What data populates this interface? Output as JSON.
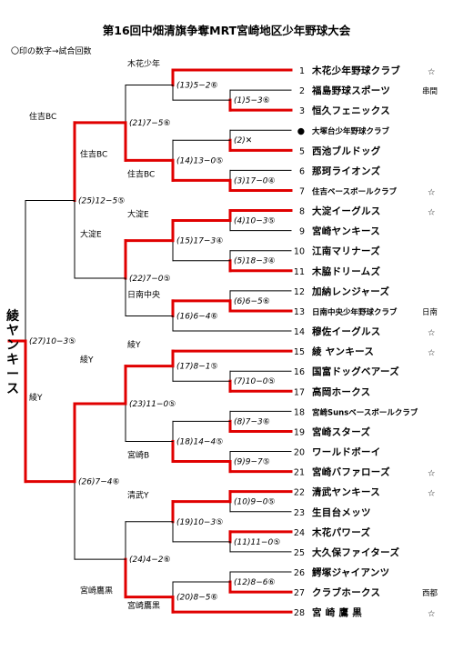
{
  "title": "第16回中畑清旗争奪MRT宮崎地区少年野球大会",
  "subtitle": "〇印の数字→試合回数",
  "champion": "綾ヤンキース",
  "teams": [
    {
      "no": "1",
      "name": "木花少年野球クラブ",
      "mark": "☆"
    },
    {
      "no": "2",
      "name": "福島野球スポーツ",
      "note": "串間"
    },
    {
      "no": "3",
      "name": "恒久フェニックス"
    },
    {
      "no": "●",
      "name": "大塚台少年野球クラブ",
      "small": true
    },
    {
      "no": "5",
      "name": "西池ブルドッグ"
    },
    {
      "no": "6",
      "name": "那珂ライオンズ"
    },
    {
      "no": "7",
      "name": "住吉ベースボールクラブ",
      "mark": "☆",
      "small": true
    },
    {
      "no": "8",
      "name": "大淀イーグルス",
      "mark": "☆"
    },
    {
      "no": "9",
      "name": "宮崎ヤンキース"
    },
    {
      "no": "10",
      "name": "江南マリナーズ"
    },
    {
      "no": "11",
      "name": "木脇ドリームズ"
    },
    {
      "no": "12",
      "name": "加納レンジャーズ"
    },
    {
      "no": "13",
      "name": "日南中央少年野球クラブ",
      "note": "日南",
      "small": true
    },
    {
      "no": "14",
      "name": "穆佐イーグルス",
      "mark": "☆"
    },
    {
      "no": "15",
      "name": "綾 ヤンキース",
      "mark": "☆"
    },
    {
      "no": "16",
      "name": "国富ドッグベアーズ"
    },
    {
      "no": "17",
      "name": "高岡ホークス"
    },
    {
      "no": "18",
      "name": "宮崎Sunsベースボールクラブ",
      "small": true
    },
    {
      "no": "19",
      "name": "宮崎スターズ"
    },
    {
      "no": "20",
      "name": "ワールドボーイ"
    },
    {
      "no": "21",
      "name": "宮崎バファローズ",
      "mark": "☆"
    },
    {
      "no": "22",
      "name": "清武ヤンキース",
      "mark": "☆"
    },
    {
      "no": "23",
      "name": "生目台メッツ"
    },
    {
      "no": "24",
      "name": "木花パワーズ"
    },
    {
      "no": "25",
      "name": "大久保ファイターズ"
    },
    {
      "no": "26",
      "name": "鰐塚ジャイアンツ"
    },
    {
      "no": "27",
      "name": "クラブホークス",
      "note": "西都"
    },
    {
      "no": "28",
      "name": "宮 崎 鷹 黒",
      "mark": "☆"
    }
  ],
  "matches": [
    {
      "id": "m1",
      "score": "(1)5−3⑥"
    },
    {
      "id": "m2",
      "score": "(2)✕"
    },
    {
      "id": "m3",
      "score": "(3)17−0④"
    },
    {
      "id": "m4",
      "score": "(4)10−3⑤"
    },
    {
      "id": "m5",
      "score": "(5)18−3④"
    },
    {
      "id": "m6",
      "score": "(6)6−5⑥"
    },
    {
      "id": "m7",
      "score": "(7)10−0⑤"
    },
    {
      "id": "m8",
      "score": "(8)7−3⑥"
    },
    {
      "id": "m9",
      "score": "(9)9−7⑤"
    },
    {
      "id": "m10",
      "score": "(10)9−0⑤"
    },
    {
      "id": "m11",
      "score": "(11)11−0⑤"
    },
    {
      "id": "m12",
      "score": "(12)8−6⑥"
    },
    {
      "id": "m13",
      "score": "(13)5−2⑥"
    },
    {
      "id": "m14",
      "score": "(14)13−0⑤",
      "winner": "住吉BC"
    },
    {
      "id": "m15",
      "score": "(15)17−3④",
      "winner": "大淀E"
    },
    {
      "id": "m16",
      "score": "(16)6−4⑥",
      "winner": "日南中央"
    },
    {
      "id": "m17",
      "score": "(17)8−1⑤",
      "winner": "綾Y"
    },
    {
      "id": "m18",
      "score": "(18)14−4⑤",
      "winner": "宮崎B"
    },
    {
      "id": "m19",
      "score": "(19)10−3⑤",
      "winner": "清武Y"
    },
    {
      "id": "m20",
      "score": "(20)8−5⑥",
      "winner": "宮崎鷹黒"
    },
    {
      "id": "m21",
      "score": "(21)7−5⑥",
      "winner": "住吉BC"
    },
    {
      "id": "m22",
      "score": "(22)7−0⑤",
      "winner": "大淀E"
    },
    {
      "id": "m23",
      "score": "(23)11−0⑤",
      "winner": "綾Y"
    },
    {
      "id": "m24",
      "score": "(24)4−2⑥",
      "winner": "宮崎鷹黒"
    },
    {
      "id": "m25",
      "score": "(25)12−5⑤",
      "winner": "住吉BC"
    },
    {
      "id": "m26",
      "score": "(26)7−4⑥",
      "winner": "綾Y"
    },
    {
      "id": "m27",
      "score": "(27)10−3⑤"
    }
  ],
  "upper_labels": {
    "m13": "木花少年"
  },
  "colors": {
    "winner_line": "#e00000",
    "loser_line": "#000000"
  }
}
